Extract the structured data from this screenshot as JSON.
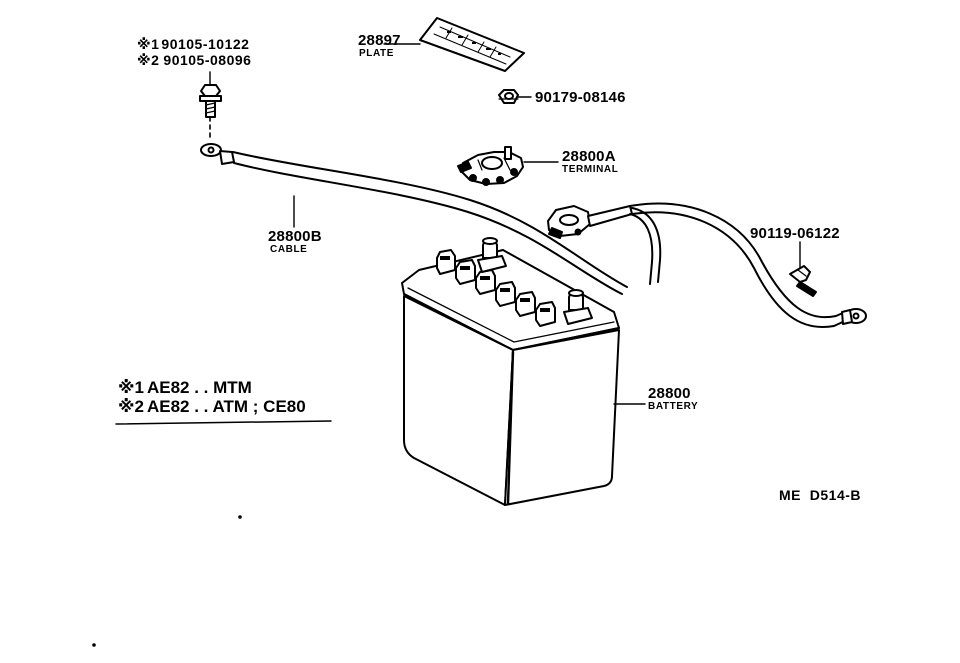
{
  "parts": {
    "bolt": {
      "ref1": "※1",
      "part1": "90105-10122",
      "ref2": "※2",
      "part2": "90105-08096"
    },
    "plate": {
      "number": "28897",
      "name": "PLATE"
    },
    "nut": {
      "number": "90179-08146"
    },
    "terminal": {
      "number": "28800A",
      "name": "TERMINAL"
    },
    "cable": {
      "number": "28800B",
      "name": "CABLE"
    },
    "clamp": {
      "number": "90119-06122"
    },
    "battery": {
      "number": "28800",
      "name": "BATTERY"
    }
  },
  "notes": [
    {
      "ref": "※1",
      "text": "AE82 . . MTM"
    },
    {
      "ref": "※2",
      "text": "AE82 . . ATM ; CE80"
    }
  ],
  "drawing_code": "ME  D514-B"
}
